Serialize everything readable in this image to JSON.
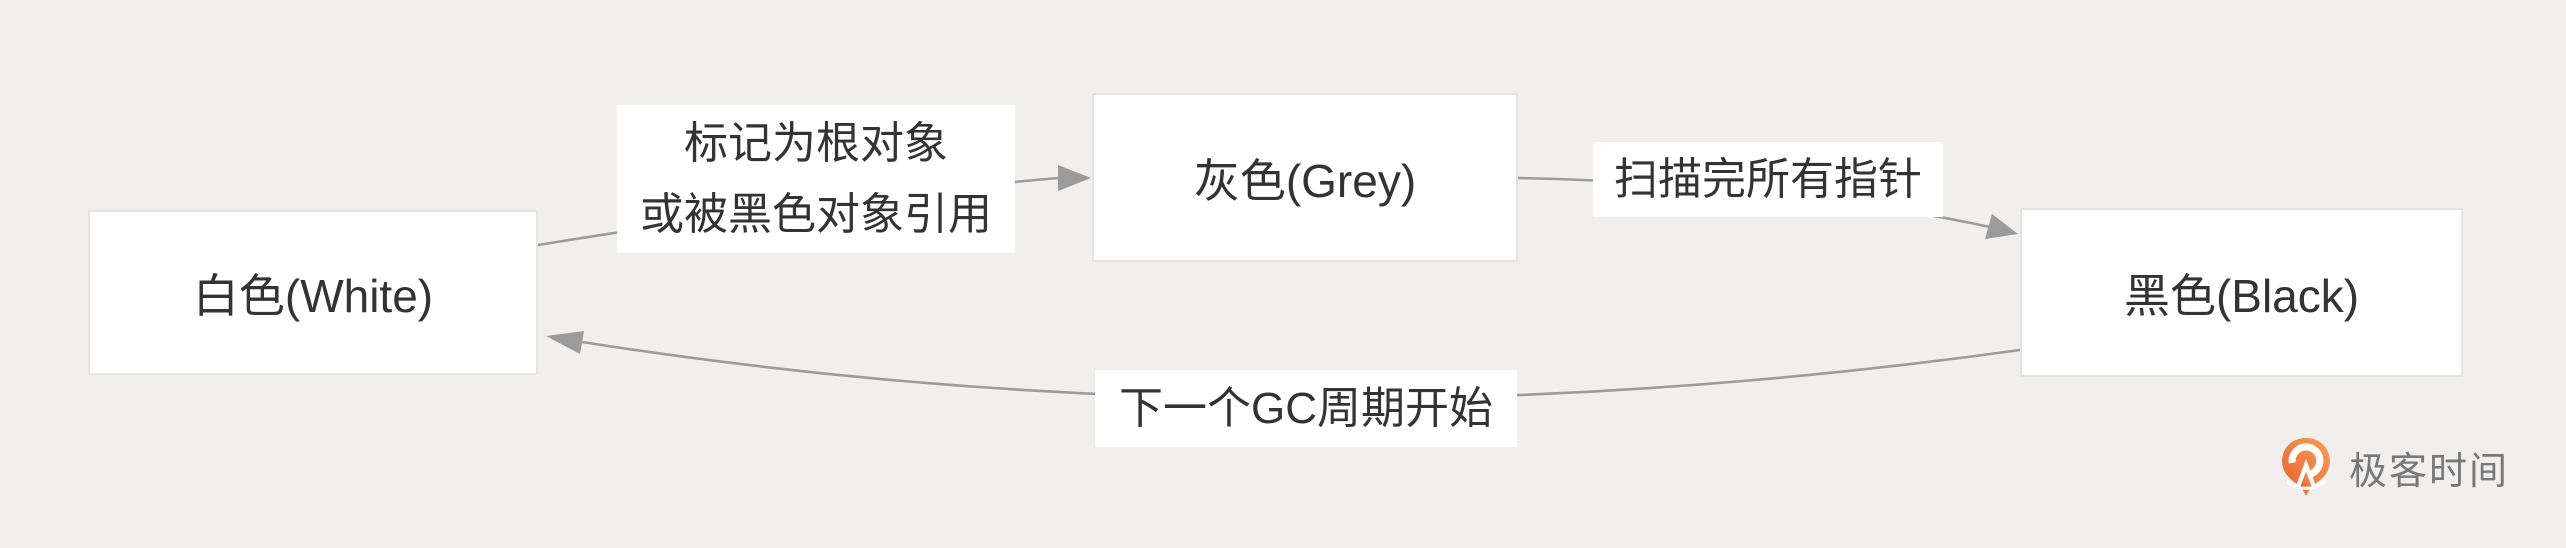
{
  "diagram": {
    "title_hint": "tri-color GC object marking states",
    "nodes": [
      {
        "id": "white",
        "label": "白色(White)"
      },
      {
        "id": "grey",
        "label": "灰色(Grey)"
      },
      {
        "id": "black",
        "label": "黑色(Black)"
      }
    ],
    "edges": [
      {
        "from": "white",
        "to": "grey",
        "label_lines": [
          "标记为根对象",
          "或被黑色对象引用"
        ]
      },
      {
        "from": "grey",
        "to": "black",
        "label_lines": [
          "扫描完所有指针"
        ]
      },
      {
        "from": "black",
        "to": "white",
        "label_lines": [
          "下一个GC周期开始"
        ]
      }
    ]
  },
  "watermark": {
    "text": "极客时间",
    "icon": "geektime-pin-icon"
  },
  "colors": {
    "background": "#f0efee",
    "box_bg": "#ffffff",
    "box_border": "#e4e4e2",
    "text": "#333333",
    "arrow": "#9b9b9b",
    "logo_text": "#77787a",
    "logo_orange_light": "#f7a156",
    "logo_orange_dark": "#ea5f2c"
  }
}
